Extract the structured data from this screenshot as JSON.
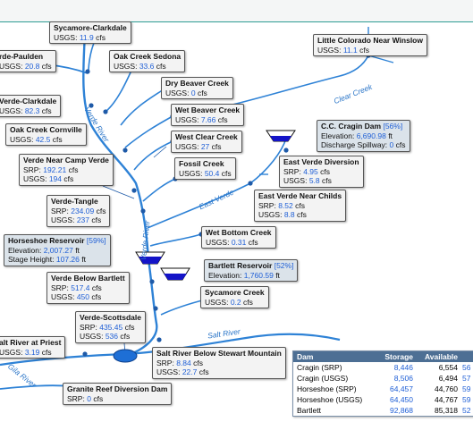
{
  "gauges": {
    "sycamore_clarkdale": {
      "title": "Sycamore-Clarkdale",
      "l1": "USGS:",
      "v1": "11.9",
      "u1": "cfs"
    },
    "verde_paulden": {
      "title": "rde-Paulden",
      "l1": "USGS:",
      "v1": "20.8",
      "u1": "cfs"
    },
    "oak_creek_sedona": {
      "title": "Oak Creek Sedona",
      "l1": "USGS:",
      "v1": "33.6",
      "u1": "cfs"
    },
    "little_colorado": {
      "title": "Little Colorado Near Winslow",
      "l1": "USGS:",
      "v1": "11.1",
      "u1": "cfs"
    },
    "dry_beaver": {
      "title": "Dry Beaver Creek",
      "l1": "USGS:",
      "v1": "0",
      "u1": "cfs"
    },
    "verde_clarkdale": {
      "title": "Verde-Clarkdale",
      "l1": "USGS:",
      "v1": "82.3",
      "u1": "cfs"
    },
    "wet_beaver": {
      "title": "Wet Beaver Creek",
      "l1": "USGS:",
      "v1": "7.66",
      "u1": "cfs"
    },
    "oak_creek_cornville": {
      "title": "Oak Creek Cornville",
      "l1": "USGS:",
      "v1": "42.5",
      "u1": "cfs"
    },
    "west_clear": {
      "title": "West Clear Creek",
      "l1": "USGS:",
      "v1": "27",
      "u1": "cfs"
    },
    "verde_camp_verde": {
      "title": "Verde Near Camp Verde",
      "l1": "SRP:",
      "v1": "192.21",
      "u1": "cfs",
      "l2": "USGS:",
      "v2": "194",
      "u2": "cfs"
    },
    "fossil_creek": {
      "title": "Fossil Creek",
      "l1": "USGS:",
      "v1": "50.4",
      "u1": "cfs"
    },
    "east_verde_diversion": {
      "title": "East Verde Diversion",
      "l1": "SRP:",
      "v1": "4.95",
      "u1": "cfs",
      "l2": "USGS:",
      "v2": "5.8",
      "u2": "cfs"
    },
    "verde_tangle": {
      "title": "Verde-Tangle",
      "l1": "SRP:",
      "v1": "234.09",
      "u1": "cfs",
      "l2": "USGS:",
      "v2": "237",
      "u2": "cfs"
    },
    "east_verde_childs": {
      "title": "East Verde Near Childs",
      "l1": "SRP:",
      "v1": "8.52",
      "u1": "cfs",
      "l2": "USGS:",
      "v2": "8.8",
      "u2": "cfs"
    },
    "wet_bottom": {
      "title": "Wet Bottom Creek",
      "l1": "USGS:",
      "v1": "0.31",
      "u1": "cfs"
    },
    "verde_below_bartlett": {
      "title": "Verde Below Bartlett",
      "l1": "SRP:",
      "v1": "517.4",
      "u1": "cfs",
      "l2": "USGS:",
      "v2": "450",
      "u2": "cfs"
    },
    "sycamore_creek": {
      "title": "Sycamore Creek",
      "l1": "USGS:",
      "v1": "0.2",
      "u1": "cfs"
    },
    "verde_scottsdale": {
      "title": "Verde-Scottsdale",
      "l1": "SRP:",
      "v1": "435.45",
      "u1": "cfs",
      "l2": "USGS:",
      "v2": "536",
      "u2": "cfs"
    },
    "salt_priest": {
      "title": "alt River at Priest",
      "l1": "USGS:",
      "v1": "3.19",
      "u1": "cfs"
    },
    "salt_below_stewart": {
      "title": "Salt River Below Stewart Mountain",
      "l1": "SRP:",
      "v1": "8.84",
      "u1": "cfs",
      "l2": "USGS:",
      "v2": "22.7",
      "u2": "cfs"
    },
    "granite_reef": {
      "title": "Granite Reef Diversion Dam",
      "l1": "SRP:",
      "v1": "0",
      "u1": "cfs"
    }
  },
  "reservoirs": {
    "cragin": {
      "title": "C.C. Cragin Dam",
      "pct": "[56%]",
      "l1": "Elevation:",
      "v1": "6,690.98",
      "u1": "ft",
      "l2": "Discharge Spillway:",
      "v2": "0",
      "u2": "cfs"
    },
    "horseshoe": {
      "title": "Horseshoe Reservoir",
      "pct": "[59%]",
      "l1": "Elevation:",
      "v1": "2,007.27",
      "u1": "ft",
      "l2": "Stage Height:",
      "v2": "107.26",
      "u2": "ft"
    },
    "bartlett": {
      "title": "Bartlett Reservoir",
      "pct": "[52%]",
      "l1": "Elevation:",
      "v1": "1,760.59",
      "u1": "ft"
    }
  },
  "rivers": {
    "clear_creek": "Clear Creek",
    "verde_river_upper": "Verde River",
    "east_verde": "East Verde",
    "verde_river_lower": "Verde River",
    "salt_river": "Salt River",
    "gila_river": "Gila River"
  },
  "table": {
    "headers": [
      "Dam",
      "Storage",
      "Available",
      ""
    ],
    "rows": [
      {
        "dam": "Cragin (SRP)",
        "storage": "8,446",
        "available": "6,554",
        "pct": "56"
      },
      {
        "dam": "Cragin (USGS)",
        "storage": "8,506",
        "available": "6,494",
        "pct": "57"
      },
      {
        "dam": "Horseshoe (SRP)",
        "storage": "64,457",
        "available": "44,760",
        "pct": "59"
      },
      {
        "dam": "Horseshoe (USGS)",
        "storage": "64,450",
        "available": "44,767",
        "pct": "59"
      },
      {
        "dam": "Bartlett",
        "storage": "92,868",
        "available": "85,318",
        "pct": "52"
      }
    ]
  },
  "colors": {
    "river": "#2e82d6",
    "node": "#1e5aa8",
    "reservoir": "#1414c8",
    "accent": "#2f9c94",
    "table_header": "#4d6f94",
    "value": "#1f5fd6"
  }
}
